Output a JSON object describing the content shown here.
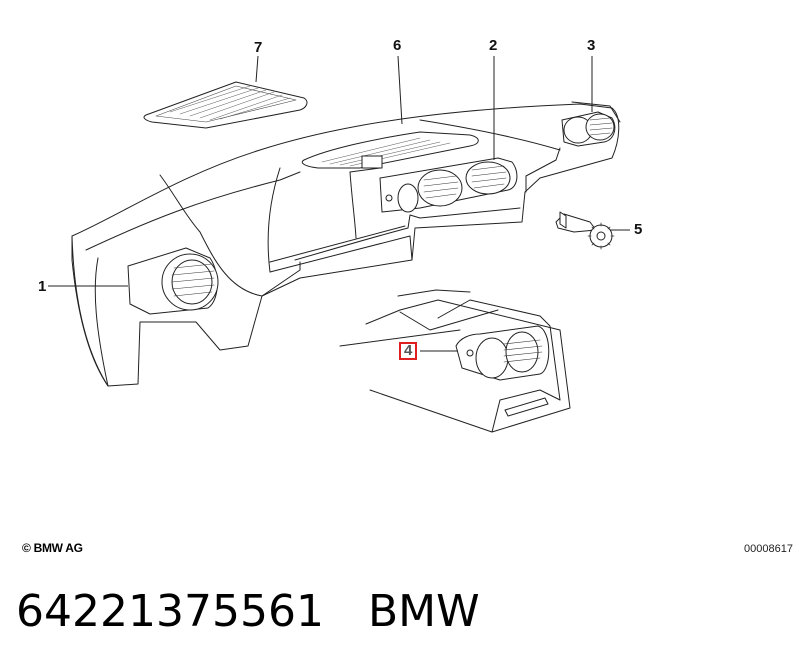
{
  "callouts": {
    "c1": "1",
    "c2": "2",
    "c3": "3",
    "c4": "4",
    "c5": "5",
    "c6": "6",
    "c7": "7"
  },
  "highlight_color": "#e02020",
  "footer": {
    "copyright": "© BMW AG",
    "code": "00008617"
  },
  "part": {
    "number": "64221375561",
    "brand": "BMW"
  }
}
